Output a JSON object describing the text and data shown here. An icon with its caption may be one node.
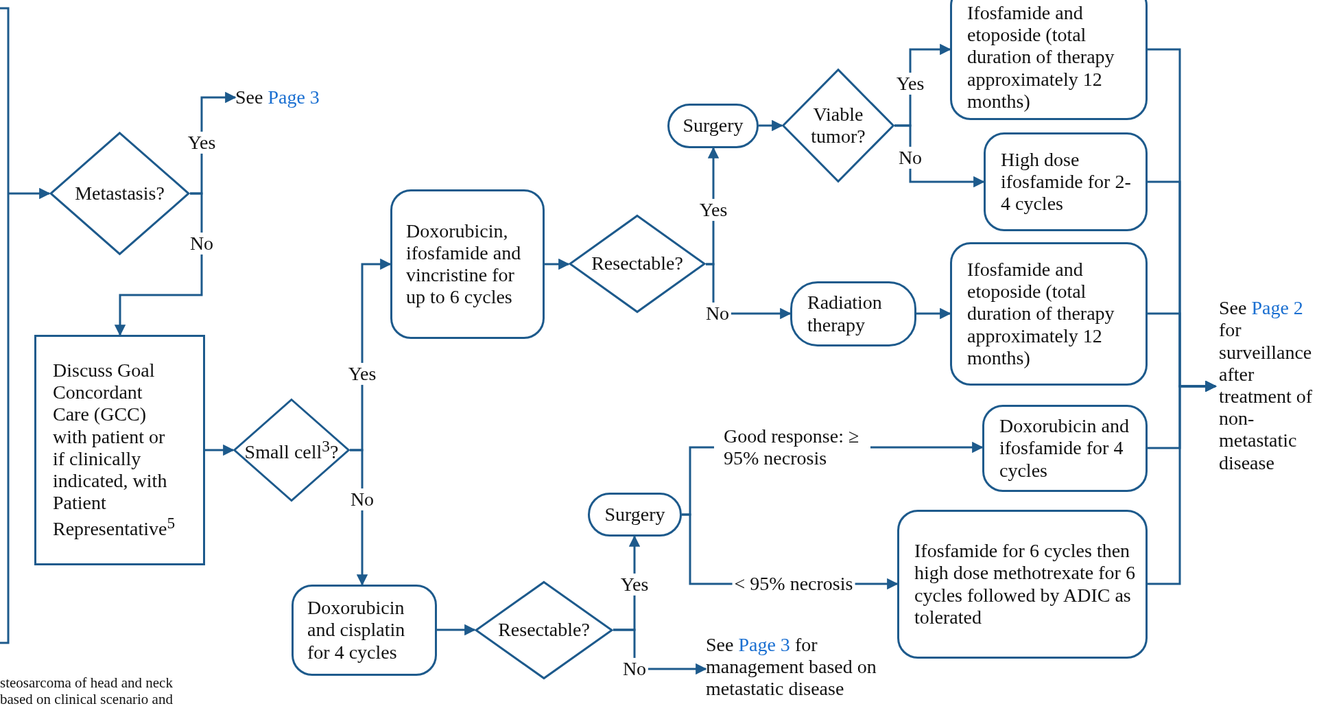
{
  "diagram": {
    "nodes": [
      {
        "text": [
          "Metastasis?"
        ]
      },
      {
        "text": [
          "See",
          "Page 3"
        ]
      },
      {
        "text": [
          "Discuss Goal Concordant Care (GCC) with patient or if clinically indicated, with Patient Representative$^{5}$"
        ]
      },
      {
        "text": [
          "Small cell$^{3}$?"
        ]
      },
      {
        "text": [
          "Doxorubicin, ifosfamide and vincristine for up to 6 cycles"
        ]
      },
      {
        "text": [
          "Resectable?"
        ]
      },
      {
        "text": [
          "Surgery"
        ]
      },
      {
        "text": [
          "Viable tumor?"
        ]
      },
      {
        "text": [
          "Ifosfamide and etoposide (total duration of therapy approximately 12 months)"
        ]
      },
      {
        "text": [
          "High dose ifosfamide for 2-4 cycles"
        ]
      },
      {
        "text": [
          "Radiation therapy"
        ]
      },
      {
        "text": [
          "Ifosfamide and etoposide (total duration of therapy approximately 12 months)"
        ]
      },
      {
        "text": [
          "Doxorubicin and cisplatin for 4 cycles"
        ]
      },
      {
        "text": [
          "Resectable?"
        ]
      },
      {
        "text": [
          "Surgery"
        ]
      },
      {
        "text": [
          "Doxorubicin and ifosfamide for 4 cycles"
        ]
      },
      {
        "text": [
          "Ifosfamide for 6 cycles then high dose methotrexate for 6 cycles followed by ADIC as tolerated"
        ]
      },
      {
        "text": [
          "See",
          "Page 3",
          "for management based on metastatic disease"
        ]
      },
      {
        "text": [
          "See",
          "Page 2",
          "for surveillance after treatment of non-metastatic disease"
        ]
      }
    ],
    "edges": [
      {
        "from": null,
        "to": 0,
        "arrow": "to"
      },
      {
        "from": 0,
        "to": 1,
        "arrow": "to",
        "label": "Yes"
      },
      {
        "from": 0,
        "to": 2,
        "arrow": "to",
        "label": "No"
      },
      {
        "from": 2,
        "to": 3,
        "arrow": "to"
      },
      {
        "from": 3,
        "to": 4,
        "arrow": "to",
        "label": "Yes"
      },
      {
        "from": 3,
        "to": 12,
        "arrow": "to",
        "label": "No"
      },
      {
        "from": 4,
        "to": 5,
        "arrow": "to"
      },
      {
        "from": 5,
        "to": 6,
        "arrow": "to",
        "label": "Yes"
      },
      {
        "from": 5,
        "to": 10,
        "arrow": "to",
        "label": "No"
      },
      {
        "from": 6,
        "to": 7,
        "arrow": "to"
      },
      {
        "from": 7,
        "to": 8,
        "arrow": "to",
        "label": "Yes"
      },
      {
        "from": 7,
        "to": 9,
        "arrow": "to",
        "label": "No"
      },
      {
        "from": 10,
        "to": 11,
        "arrow": "to"
      },
      {
        "from": 12,
        "to": 13,
        "arrow": "to"
      },
      {
        "from": 13,
        "to": 14,
        "arrow": "to",
        "label": "Yes"
      },
      {
        "from": 13,
        "to": 17,
        "arrow": "to",
        "label": "No"
      },
      {
        "from": 14,
        "to": 15,
        "arrow": "to",
        "label": "Good response: ≥ 95% necrosis"
      },
      {
        "from": 14,
        "to": 16,
        "arrow": "to",
        "label": "< 95% necrosis"
      },
      {
        "from": 8,
        "to": 18,
        "arrow": "to"
      },
      {
        "from": 9,
        "to": 18,
        "arrow": "to"
      },
      {
        "from": 11,
        "to": 18,
        "arrow": "to"
      },
      {
        "from": 15,
        "to": 18,
        "arrow": "to"
      },
      {
        "from": 16,
        "to": 18,
        "arrow": "to"
      }
    ],
    "labels": [
      "steosarcoma of head and neck",
      "based on clinical scenario and"
    ]
  }
}
